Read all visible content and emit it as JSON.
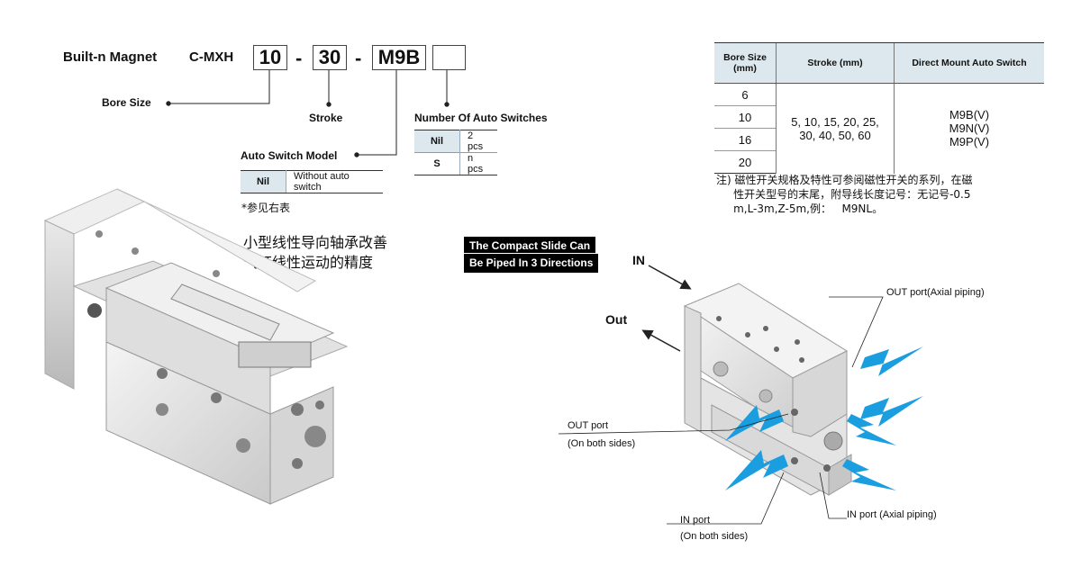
{
  "model_code": {
    "title": "Built-n Magnet",
    "series": "C-MXH",
    "bore": "10",
    "dash1": "-",
    "stroke": "30",
    "dash2": "-",
    "switch": "M9B",
    "num_switches": ""
  },
  "labels": {
    "bore_size": "Bore Size",
    "stroke": "Stroke",
    "auto_switch_model": "Auto Switch Model",
    "number_of_auto_switches": "Number Of Auto Switches"
  },
  "switch_count_table": [
    {
      "key": "Nil",
      "value": "2 pcs"
    },
    {
      "key": "S",
      "value": "n pcs"
    }
  ],
  "switch_model_table": [
    {
      "key": "Nil",
      "value": "Without auto switch"
    }
  ],
  "see_right_note": "*参见右表",
  "cn_description": [
    "小型线性导向轴承改善",
    "气缸线性运动的精度"
  ],
  "spec_table": {
    "headers": [
      "Bore Size\n(mm)",
      "Stroke  (mm)",
      "Direct Mount Auto Switch"
    ],
    "bore_sizes": [
      "6",
      "10",
      "16",
      "20"
    ],
    "strokes": "5, 10, 15, 20, 25,\n30, 40, 50, 60",
    "switches": "M9B(V)\nM9N(V)\nM9P(V)"
  },
  "spec_note": "注) 磁性开关规格及特性可参阅磁性开关的系列，在磁\n     性开关型号的末尾，附导线长度记号：无记号-0.5\n     m,L-3m,Z-5m,例：   M9NL。",
  "piping": {
    "badge_line1": "The Compact Slide Can",
    "badge_line2": "Be Piped In 3 Directions",
    "in": "IN",
    "out": "Out",
    "out_port_axial": "OUT port(Axial piping)",
    "out_port_line1": "OUT port",
    "out_port_line2": "(On both sides)",
    "in_port_line1": "IN port",
    "in_port_line2": "(On both sides)",
    "in_port_axial": "IN port (Axial piping)"
  },
  "colors": {
    "arrow": "#1a9ee0",
    "header_bg": "#dce8ee"
  }
}
